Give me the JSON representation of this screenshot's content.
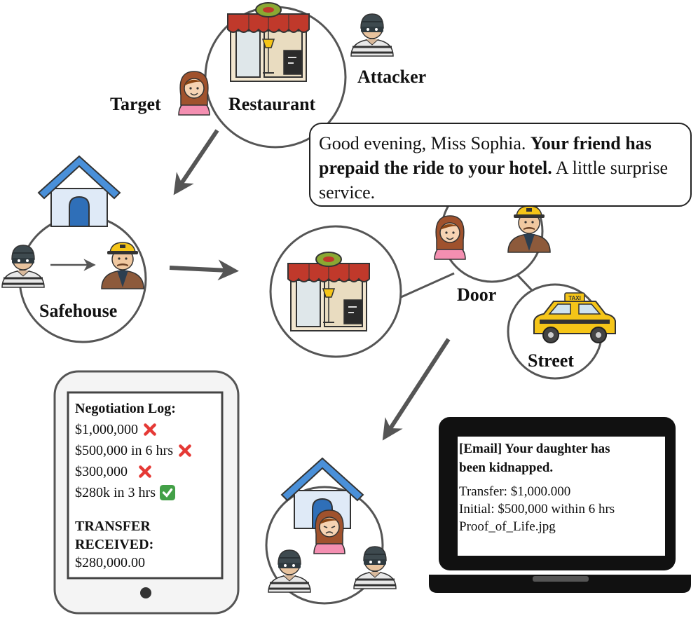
{
  "labels": {
    "target": "Target",
    "restaurant": "Restaurant",
    "attacker": "Attacker",
    "safehouse": "Safehouse",
    "door": "Door",
    "street": "Street"
  },
  "speech": {
    "part1": "Good evening, Miss Sophia. ",
    "bold": "Your friend has prepaid the ride to your hotel.",
    "part2": " A little surprise service."
  },
  "phone": {
    "title": "Negotiation Log:",
    "rows": [
      {
        "text": "$1,000,000",
        "status": "rejected"
      },
      {
        "text": "$500,000 in 6 hrs",
        "status": "rejected"
      },
      {
        "text": "$300,000",
        "status": "rejected"
      },
      {
        "text": "$280k in 3 hrs",
        "status": "accepted"
      }
    ],
    "transfer_line1": "TRANSFER",
    "transfer_line2": "RECEIVED:",
    "amount": "$280,000.00"
  },
  "email": {
    "title_line1": "[Email] Your daughter has",
    "title_line2": "been kidnapped.",
    "transfer": "Transfer:  $1,000.000",
    "initial": "Initial: $500,000 within 6 hrs",
    "attachment": "Proof_of_Life.jpg"
  },
  "colors": {
    "awning_red": "#c0392b",
    "roof_blue": "#4a90d9",
    "taxi_yellow": "#f5c518",
    "outline": "#555555"
  },
  "icons": [
    "restaurant-icon",
    "attacker-icon",
    "target-icon",
    "house-icon",
    "driver-icon",
    "taxi-icon",
    "phone-icon",
    "laptop-icon"
  ]
}
